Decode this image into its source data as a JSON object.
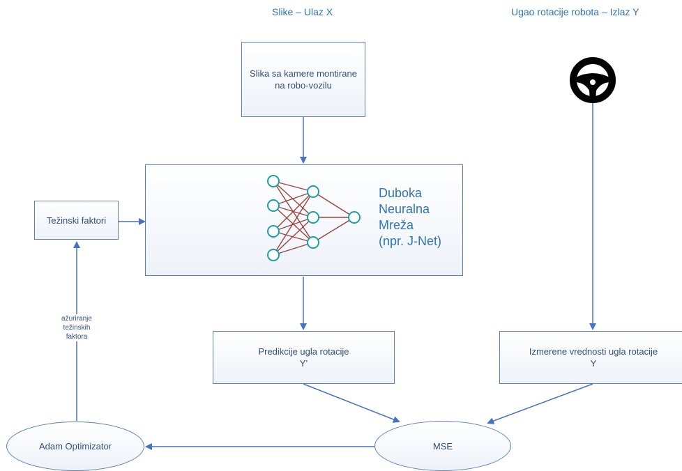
{
  "headings": {
    "input": "Slike – Ulaz X",
    "output": "Ugao rotacije robota – Izlaz Y"
  },
  "nodes": {
    "camera_image": "Slika sa kamere montirane na robo-vozilu",
    "neural_net": [
      "Duboka",
      "Neuralna",
      "Mreža",
      "(npr. J-Net)"
    ],
    "weights": "Težinski faktori",
    "prediction": [
      "Predikcije ugla rotacije",
      "Y’"
    ],
    "measured": [
      "Izmerene vrednosti ugla rotacije",
      "Y"
    ],
    "mse": "MSE",
    "optimizer": "Adam Optimizator"
  },
  "edge_labels": {
    "weight_update": [
      "ažuriranje",
      "težinskih",
      "faktora"
    ]
  },
  "icons": {
    "steering": "steering-wheel-icon"
  },
  "colors": {
    "border": "#5d7fb2",
    "arrow": "#4472c4",
    "text": "#2f4f80",
    "heading": "#2f75b5",
    "nn_node": "#17a2a8",
    "nn_edge": "#a0413c"
  }
}
